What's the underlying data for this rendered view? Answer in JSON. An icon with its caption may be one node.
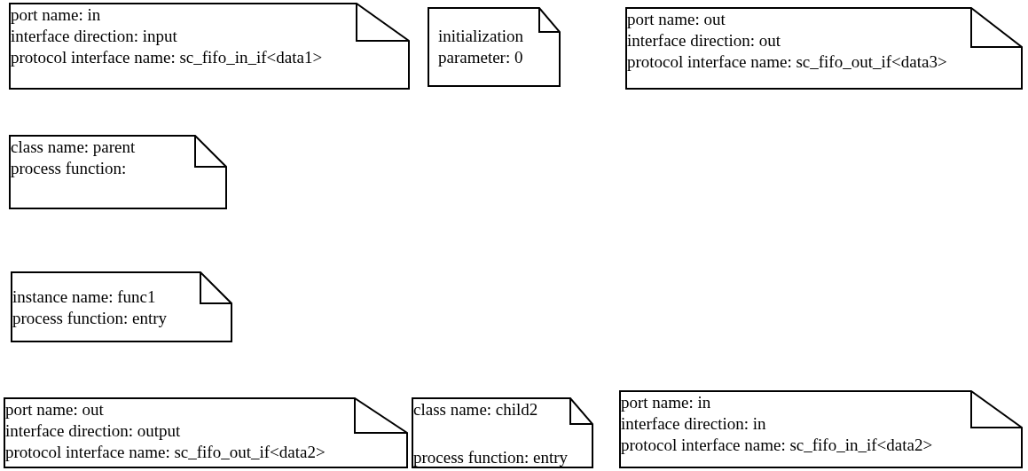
{
  "diagram": {
    "nodes": [
      {
        "text": [
          "port name: in",
          "interface direction: input",
          "protocol interface name: sc_fifo_in_if<data1>"
        ]
      },
      {
        "text": [
          "initialization parameter: 0"
        ]
      },
      {
        "text": [
          "port name: out",
          "interface direction: out",
          "protocol interface name: sc_fifo_out_if<data3>"
        ]
      },
      {
        "text": [
          "class name: parent",
          "process function:"
        ]
      },
      {
        "text": [
          "instance name: func1",
          "process function: entry"
        ]
      },
      {
        "text": [
          "port name: out",
          "interface direction: output",
          "protocol interface name: sc_fifo_out_if<data2>"
        ]
      },
      {
        "text": [
          "class name: child2",
          "process function: entry"
        ]
      },
      {
        "text": [
          "port name: in",
          "interface direction: in",
          "protocol interface name: sc_fifo_in_if<data2>"
        ]
      }
    ]
  }
}
